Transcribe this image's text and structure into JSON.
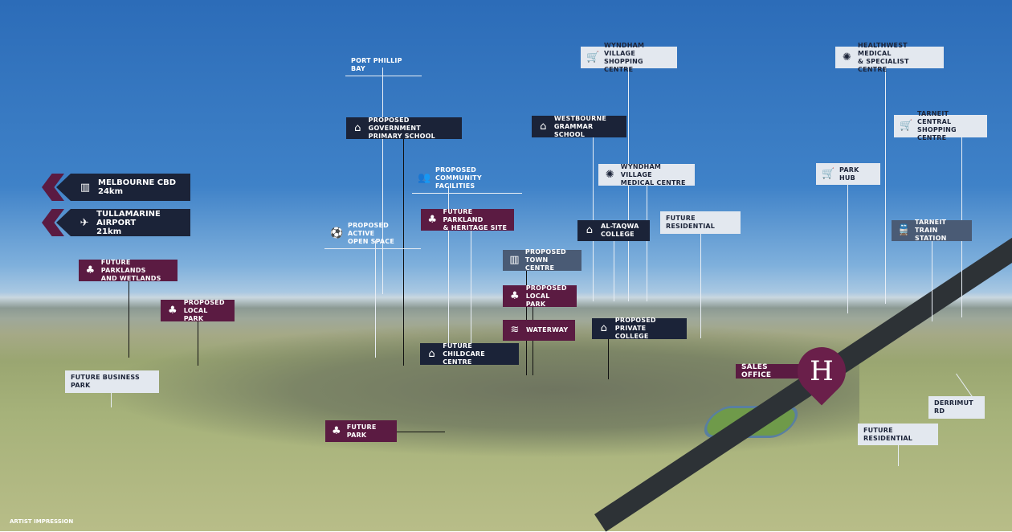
{
  "signs": [
    {
      "name": "MELBOURNE CBD",
      "distance": "24km",
      "icon": "city-icon"
    },
    {
      "name": "TULLAMARINE AIRPORT",
      "distance": "21km",
      "icon": "plane-icon"
    }
  ],
  "labels": {
    "port_phillip": "PORT PHILLIP BAY",
    "gov_school": [
      "PROPOSED GOVERNMENT",
      "PRIMARY SCHOOL"
    ],
    "community": [
      "PROPOSED",
      "COMMUNITY FACILITIES"
    ],
    "heritage": [
      "FUTURE PARKLAND",
      "& HERITAGE SITE"
    ],
    "active_space": [
      "PROPOSED ACTIVE",
      "OPEN SPACE"
    ],
    "town_centre": [
      "PROPOSED",
      "TOWN CENTRE"
    ],
    "local_park": [
      "PROPOSED",
      "LOCAL PARK"
    ],
    "waterway": "WATERWAY",
    "childcare": [
      "FUTURE CHILDCARE",
      "CENTRE"
    ],
    "westbourne": [
      "WESTBOURNE",
      "GRAMMAR SCHOOL"
    ],
    "wyndham_shopping": [
      "WYNDHAM VILLAGE",
      "SHOPPING CENTRE"
    ],
    "wyndham_medical": [
      "WYNDHAM VILLAGE",
      "MEDICAL CENTRE"
    ],
    "al_taqwa": [
      "AL-TAQWA",
      "COLLEGE"
    ],
    "future_residential": "FUTURE RESIDENTIAL",
    "private_college": [
      "PROPOSED",
      "PRIVATE COLLEGE"
    ],
    "healthwest": [
      "HEALTHWEST MEDICAL",
      "& SPECIALIST CENTRE"
    ],
    "tarneit_central": [
      "TARNEIT CENTRAL",
      "SHOPPING CENTRE"
    ],
    "park_hub": "PARK HUB",
    "tarneit_train": [
      "TARNEIT",
      "TRAIN STATION"
    ],
    "parklands_wetlands": [
      "FUTURE PARKLANDS",
      "AND WETLANDS"
    ],
    "local_park_left": [
      "PROPOSED",
      "LOCAL PARK"
    ],
    "business_park": "FUTURE BUSINESS PARK",
    "future_park": "FUTURE PARK",
    "sales_office": "SALES OFFICE",
    "sales_logo": "H",
    "derrimut": "DERRIMUT RD",
    "future_residential_right": "FUTURE RESIDENTIAL"
  },
  "footer": "ARTIST IMPRESSION",
  "colors": {
    "navy": "#1b2338",
    "maroon": "#5b1b42",
    "slate": "#4a5b75",
    "light": "#e3e8ef"
  }
}
